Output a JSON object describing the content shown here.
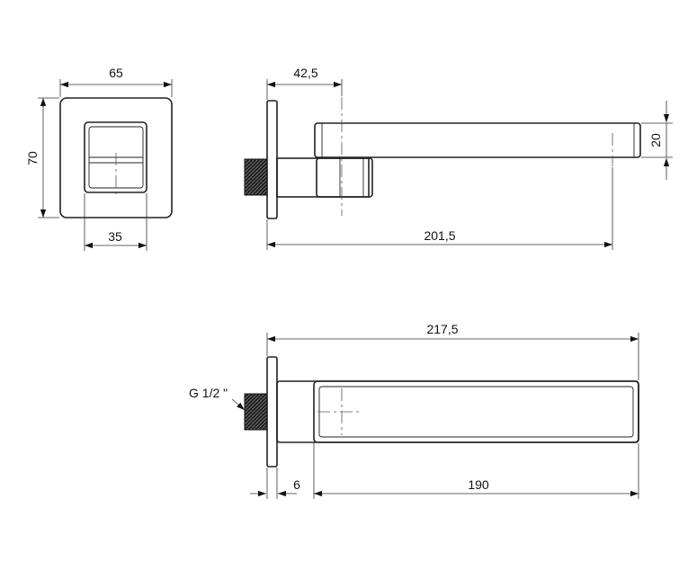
{
  "dimensions": {
    "front_width": "65",
    "front_height": "70",
    "front_inner_width": "35",
    "side_offset": "42,5",
    "side_length": "201,5",
    "spout_height": "20",
    "top_total_length": "217,5",
    "top_plate_thickness": "6",
    "top_spout_length": "190"
  },
  "labels": {
    "thread": "G 1/2 \""
  }
}
